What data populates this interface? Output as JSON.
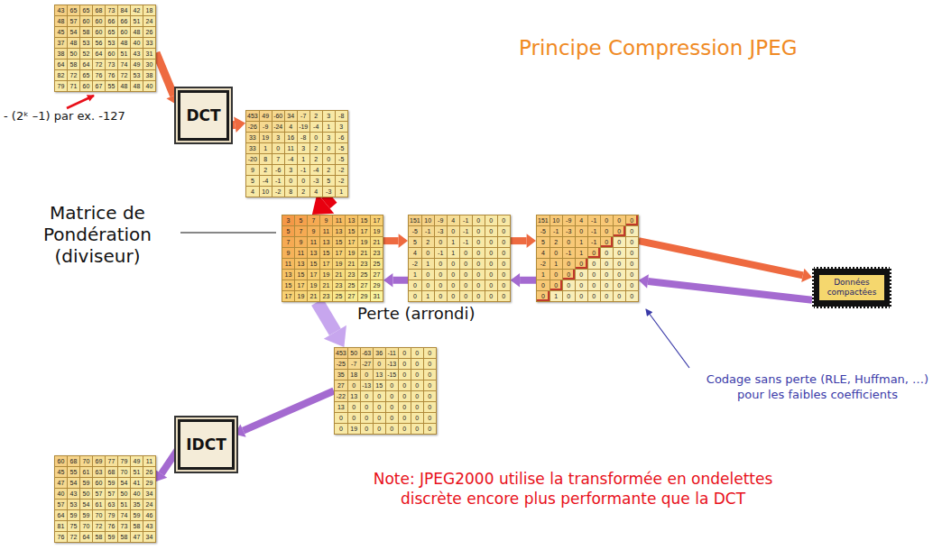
{
  "diagram": {
    "title": "Principe Compression JPEG",
    "nodes": [
      {
        "text": [
          "43",
          "65",
          "65",
          "68",
          "73",
          "84",
          "42",
          "18",
          "48",
          "57",
          "60",
          "60",
          "66",
          "66",
          "51",
          "24",
          "45",
          "54",
          "58",
          "60",
          "65",
          "60",
          "48",
          "26",
          "37",
          "48",
          "53",
          "56",
          "53",
          "48",
          "40",
          "33",
          "38",
          "50",
          "52",
          "64",
          "60",
          "51",
          "43",
          "31",
          "64",
          "58",
          "64",
          "72",
          "73",
          "74",
          "49",
          "30",
          "82",
          "72",
          "65",
          "76",
          "76",
          "72",
          "53",
          "38",
          "79",
          "71",
          "60",
          "67",
          "55",
          "48",
          "48",
          "40"
        ]
      },
      {
        "text": [
          "DCT"
        ]
      },
      {
        "text": [
          "453",
          "49",
          "-60",
          "34",
          "-7",
          "2",
          "3",
          "-8",
          "-26",
          "-9",
          "-24",
          "4",
          "-19",
          "-4",
          "1",
          "3",
          "33",
          "19",
          "3",
          "16",
          "-8",
          "0",
          "3",
          "-6",
          "33",
          "1",
          "0",
          "11",
          "3",
          "2",
          "0",
          "-5",
          "-20",
          "8",
          "7",
          "-4",
          "1",
          "2",
          "0",
          "-5",
          "9",
          "2",
          "-6",
          "3",
          "-1",
          "-4",
          "2",
          "-2",
          "5",
          "-4",
          "-1",
          "0",
          "0",
          "-3",
          "5",
          "-2",
          "4",
          "10",
          "-2",
          "8",
          "2",
          "4",
          "-3",
          "1"
        ]
      },
      {
        "text": [
          "3",
          "5",
          "7",
          "9",
          "11",
          "13",
          "15",
          "17",
          "5",
          "7",
          "9",
          "11",
          "13",
          "15",
          "17",
          "19",
          "7",
          "9",
          "11",
          "13",
          "15",
          "17",
          "19",
          "21",
          "9",
          "11",
          "13",
          "15",
          "17",
          "19",
          "21",
          "23",
          "11",
          "13",
          "15",
          "17",
          "19",
          "21",
          "23",
          "25",
          "13",
          "15",
          "17",
          "19",
          "21",
          "23",
          "25",
          "27",
          "15",
          "17",
          "19",
          "21",
          "23",
          "25",
          "27",
          "29",
          "17",
          "19",
          "21",
          "23",
          "25",
          "27",
          "29",
          "31"
        ]
      },
      {
        "text": [
          "151",
          "10",
          "-9",
          "4",
          "-1",
          "0",
          "0",
          "0",
          "-5",
          "-1",
          "-3",
          "0",
          "-1",
          "0",
          "0",
          "0",
          "5",
          "2",
          "0",
          "1",
          "-1",
          "0",
          "0",
          "0",
          "4",
          "0",
          "-1",
          "1",
          "0",
          "0",
          "0",
          "0",
          "-2",
          "1",
          "0",
          "0",
          "0",
          "0",
          "0",
          "0",
          "1",
          "0",
          "0",
          "0",
          "0",
          "0",
          "0",
          "0",
          "0",
          "0",
          "0",
          "0",
          "0",
          "0",
          "0",
          "0",
          "0",
          "1",
          "0",
          "0",
          "0",
          "0",
          "0",
          "0"
        ]
      },
      {
        "text": [
          "151",
          "10",
          "-9",
          "4",
          "-1",
          "0",
          "0",
          "0",
          "-5",
          "-1",
          "-3",
          "0",
          "-1",
          "0",
          "0",
          "0",
          "5",
          "2",
          "0",
          "1",
          "-1",
          "0",
          "0",
          "0",
          "4",
          "0",
          "-1",
          "1",
          "0",
          "0",
          "0",
          "0",
          "-2",
          "1",
          "0",
          "0",
          "0",
          "0",
          "0",
          "0",
          "1",
          "0",
          "0",
          "0",
          "0",
          "0",
          "0",
          "0",
          "0",
          "0",
          "0",
          "0",
          "0",
          "0",
          "0",
          "0",
          "0",
          "1",
          "0",
          "0",
          "0",
          "0",
          "0",
          "0"
        ]
      },
      {
        "text": [
          "Données compactées"
        ]
      },
      {
        "text": [
          "453",
          "50",
          "-63",
          "36",
          "-11",
          "0",
          "0",
          "0",
          "-25",
          "-7",
          "-27",
          "0",
          "-13",
          "0",
          "0",
          "0",
          "35",
          "18",
          "0",
          "13",
          "-15",
          "0",
          "0",
          "0",
          "27",
          "0",
          "-13",
          "15",
          "0",
          "0",
          "0",
          "0",
          "-22",
          "13",
          "0",
          "0",
          "0",
          "0",
          "0",
          "0",
          "13",
          "0",
          "0",
          "0",
          "0",
          "0",
          "0",
          "0",
          "0",
          "0",
          "0",
          "0",
          "0",
          "0",
          "0",
          "0",
          "0",
          "19",
          "0",
          "0",
          "0",
          "0",
          "0",
          "0"
        ]
      },
      {
        "text": [
          "IDCT"
        ]
      },
      {
        "text": [
          "60",
          "68",
          "70",
          "69",
          "77",
          "79",
          "49",
          "11",
          "45",
          "55",
          "61",
          "63",
          "68",
          "70",
          "51",
          "26",
          "47",
          "54",
          "59",
          "60",
          "59",
          "54",
          "41",
          "29",
          "40",
          "43",
          "50",
          "57",
          "57",
          "50",
          "40",
          "34",
          "57",
          "53",
          "54",
          "61",
          "63",
          "51",
          "35",
          "24",
          "64",
          "59",
          "59",
          "70",
          "79",
          "74",
          "59",
          "46",
          "81",
          "75",
          "70",
          "72",
          "76",
          "73",
          "58",
          "43",
          "76",
          "72",
          "64",
          "58",
          "59",
          "58",
          "47",
          "34"
        ]
      }
    ],
    "edges": [
      {
        "from": 0,
        "to": 1,
        "arrow": "to"
      },
      {
        "from": 1,
        "to": 2,
        "arrow": "to"
      },
      {
        "from": 2,
        "to": 3,
        "arrow": "to"
      },
      {
        "from": 3,
        "to": 4,
        "arrow": "to"
      },
      {
        "from": 4,
        "to": 5,
        "arrow": "to"
      },
      {
        "from": 5,
        "to": 6,
        "arrow": "to"
      },
      {
        "from": 6,
        "to": 5,
        "arrow": "to"
      },
      {
        "from": 5,
        "to": 4,
        "arrow": "to"
      },
      {
        "from": 4,
        "to": 3,
        "arrow": "to"
      },
      {
        "from": 3,
        "to": 7,
        "arrow": "to"
      },
      {
        "from": 7,
        "to": 8,
        "arrow": "to"
      },
      {
        "from": 8,
        "to": 9,
        "arrow": "to"
      }
    ],
    "labels": [
      "- (2ᵏ –1) par ex. -127",
      "Matrice de Pondération (diviseur)",
      "Perte (arrondi)",
      "Codage sans perte (RLE, Huffman, …) pour les faibles coefficients",
      "Note: JPEG2000 utilise la transformée en ondelettes discrète encore plus performante que la DCT"
    ]
  }
}
